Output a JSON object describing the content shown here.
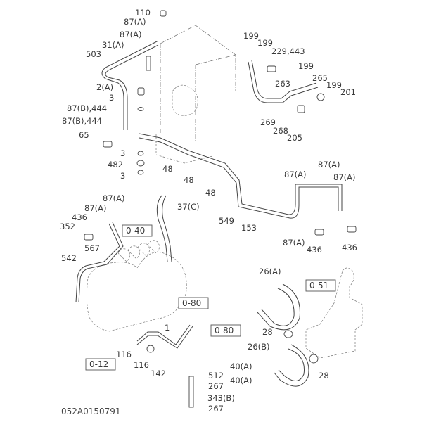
{
  "diagram": {
    "drawing_code": "052A0150791",
    "labels": [
      {
        "id": "p110",
        "text": "110"
      },
      {
        "id": "p87a_1",
        "text": "87(A)"
      },
      {
        "id": "p87a_2",
        "text": "87(A)"
      },
      {
        "id": "p31a",
        "text": "31(A)"
      },
      {
        "id": "p503",
        "text": "503"
      },
      {
        "id": "p2a",
        "text": "2(A)"
      },
      {
        "id": "p3_1",
        "text": "3"
      },
      {
        "id": "p87b444_1",
        "text": "87(B),444"
      },
      {
        "id": "p87b444_2",
        "text": "87(B),444"
      },
      {
        "id": "p65",
        "text": "65"
      },
      {
        "id": "p3_2",
        "text": "3"
      },
      {
        "id": "p482",
        "text": "482"
      },
      {
        "id": "p3_3",
        "text": "3"
      },
      {
        "id": "p48_1",
        "text": "48"
      },
      {
        "id": "p48_2",
        "text": "48"
      },
      {
        "id": "p48_3",
        "text": "48"
      },
      {
        "id": "p37c",
        "text": "37(C)"
      },
      {
        "id": "p549",
        "text": "549"
      },
      {
        "id": "p153",
        "text": "153"
      },
      {
        "id": "p199_1",
        "text": "199"
      },
      {
        "id": "p199_2",
        "text": "199"
      },
      {
        "id": "p229",
        "text": "229,443"
      },
      {
        "id": "p199_3",
        "text": "199"
      },
      {
        "id": "p263",
        "text": "263"
      },
      {
        "id": "p265",
        "text": "265"
      },
      {
        "id": "p199_4",
        "text": "199"
      },
      {
        "id": "p201",
        "text": "201"
      },
      {
        "id": "p269",
        "text": "269"
      },
      {
        "id": "p268",
        "text": "268"
      },
      {
        "id": "p205",
        "text": "205"
      },
      {
        "id": "p87a_3",
        "text": "87(A)"
      },
      {
        "id": "p87a_4",
        "text": "87(A)"
      },
      {
        "id": "p87a_5",
        "text": "87(A)"
      },
      {
        "id": "p87a_6",
        "text": "87(A)"
      },
      {
        "id": "p436_1",
        "text": "436"
      },
      {
        "id": "p436_2",
        "text": "436"
      },
      {
        "id": "p87a_7",
        "text": "87(A)"
      },
      {
        "id": "p87a_8",
        "text": "87(A)"
      },
      {
        "id": "p436_3",
        "text": "436"
      },
      {
        "id": "p352",
        "text": "352"
      },
      {
        "id": "p567",
        "text": "567"
      },
      {
        "id": "p542",
        "text": "542"
      },
      {
        "id": "p1",
        "text": "1"
      },
      {
        "id": "p116_1",
        "text": "116"
      },
      {
        "id": "p116_2",
        "text": "116"
      },
      {
        "id": "p142",
        "text": "142"
      },
      {
        "id": "p512",
        "text": "512"
      },
      {
        "id": "p267_1",
        "text": "267"
      },
      {
        "id": "p343b",
        "text": "343(B)"
      },
      {
        "id": "p267_2",
        "text": "267"
      },
      {
        "id": "p26a",
        "text": "26(A)"
      },
      {
        "id": "p28_1",
        "text": "28"
      },
      {
        "id": "p26b",
        "text": "26(B)"
      },
      {
        "id": "p40a_1",
        "text": "40(A)"
      },
      {
        "id": "p40a_2",
        "text": "40(A)"
      },
      {
        "id": "p28_2",
        "text": "28"
      }
    ],
    "references": [
      {
        "id": "r040",
        "text": "0-40"
      },
      {
        "id": "r080_1",
        "text": "0-80"
      },
      {
        "id": "r080_2",
        "text": "0-80"
      },
      {
        "id": "r012",
        "text": "0-12"
      },
      {
        "id": "r051",
        "text": "0-51"
      }
    ]
  }
}
